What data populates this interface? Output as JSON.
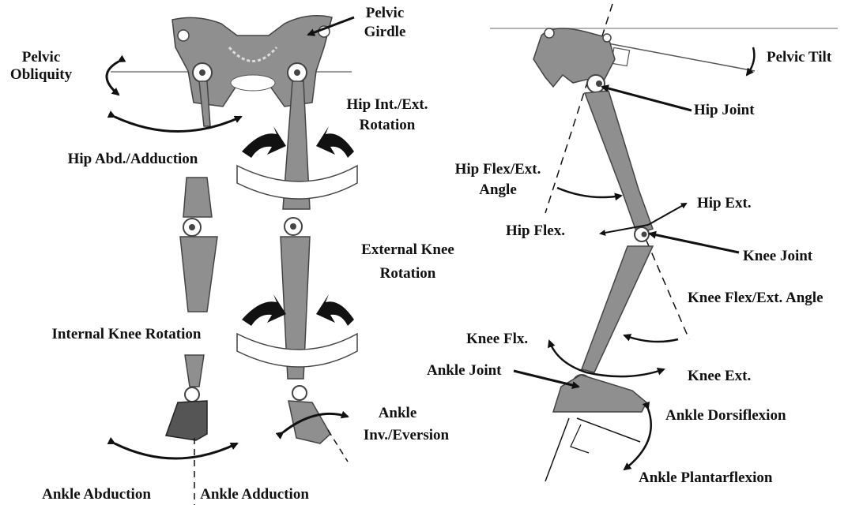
{
  "labels": {
    "pelvic_obliquity_1": "Pelvic",
    "pelvic_obliquity_2": "Obliquity",
    "pelvic_girdle_1": "Pelvic",
    "pelvic_girdle_2": "Girdle",
    "hip_rotation_1": "Hip Int./Ext.",
    "hip_rotation_2": "Rotation",
    "hip_abduction": "Hip Abd./Adduction",
    "ext_knee_rot_1": "External Knee",
    "ext_knee_rot_2": "Rotation",
    "int_knee_rot": "Internal Knee Rotation",
    "ankle_inv_1": "Ankle",
    "ankle_inv_2": "Inv./Eversion",
    "ankle_abduction": "Ankle Abduction",
    "ankle_adduction": "Ankle Adduction",
    "pelvic_tilt": "Pelvic Tilt",
    "hip_joint": "Hip Joint",
    "hip_flex_angle_1": "Hip Flex/Ext.",
    "hip_flex_angle_2": "Angle",
    "hip_ext": "Hip Ext.",
    "hip_flex": "Hip Flex.",
    "knee_joint": "Knee Joint",
    "knee_flex_angle": "Knee Flex/Ext. Angle",
    "knee_flx": "Knee Flx.",
    "ankle_joint": "Ankle Joint",
    "knee_ext": "Knee Ext.",
    "ankle_dorsiflexion": "Ankle Dorsiflexion",
    "ankle_plantarflexion": "Ankle Plantarflexion"
  },
  "colors": {
    "bone": "#8f8f8f",
    "bone_dark": "#555555",
    "ink": "#111111",
    "guide_line": "#9a9a9a"
  }
}
